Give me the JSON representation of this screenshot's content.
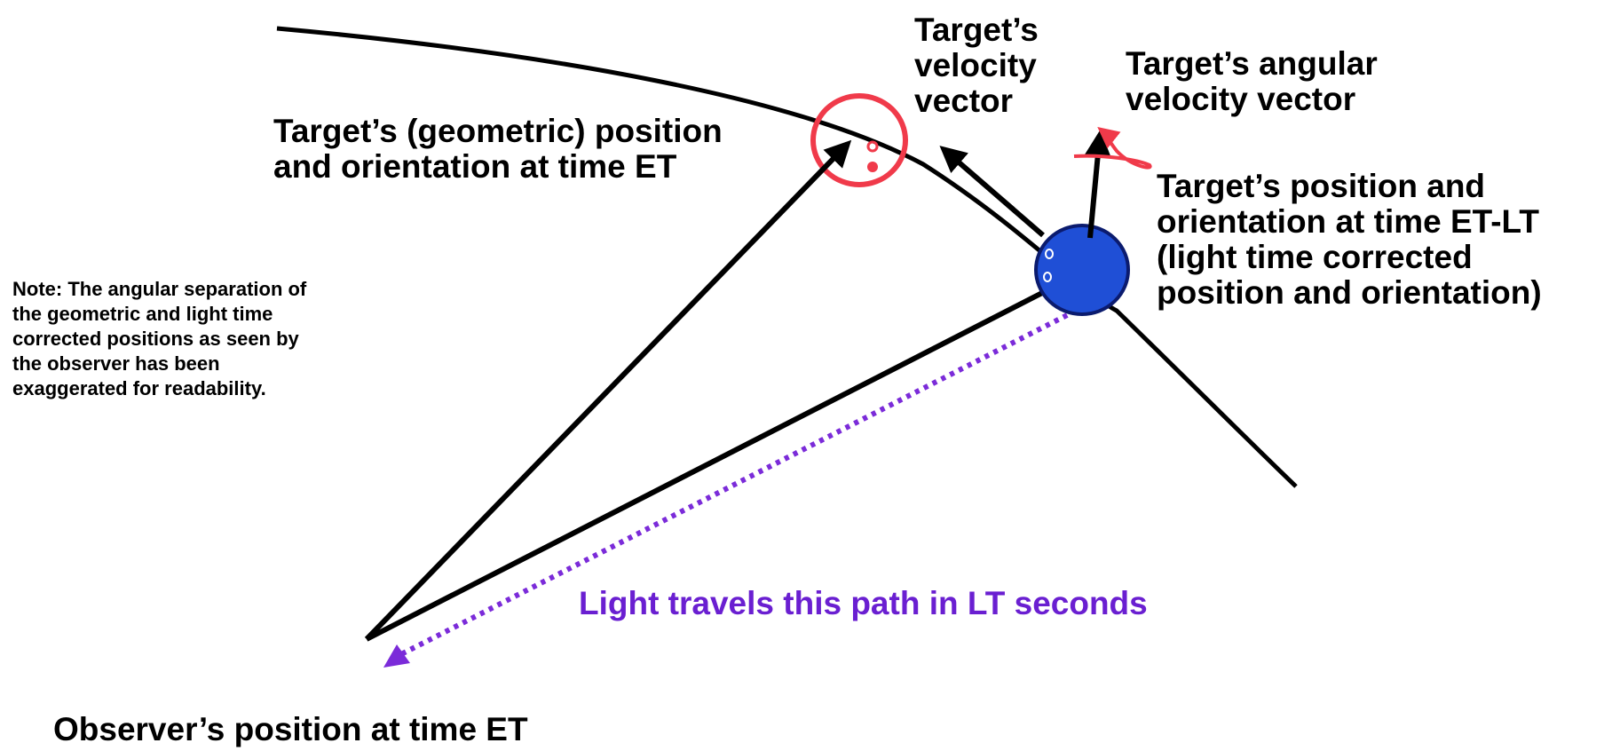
{
  "labels": {
    "geometric_position": "Target’s (geometric) position\nand orientation at time ET",
    "velocity_vector": "Target’s\nvelocity\nvector",
    "angular_velocity_vector": "Target’s angular\nvelocity vector",
    "lt_corrected_position": "Target’s position and\norientation at time ET-LT\n(light time corrected\nposition and orientation)",
    "note": "Note: The angular separation of\nthe geometric and light time\ncorrected positions as seen by\nthe observer has been\nexaggerated for readability.",
    "light_path": "Light travels this path in LT seconds",
    "observer": "Observer’s position at time ET"
  },
  "colors": {
    "ink": "#000000",
    "geometric_marker": "#f03a4a",
    "target_body": "#1f4fd6",
    "target_body_outline": "#0b1b6e",
    "light_path": "#7b2bd9"
  }
}
